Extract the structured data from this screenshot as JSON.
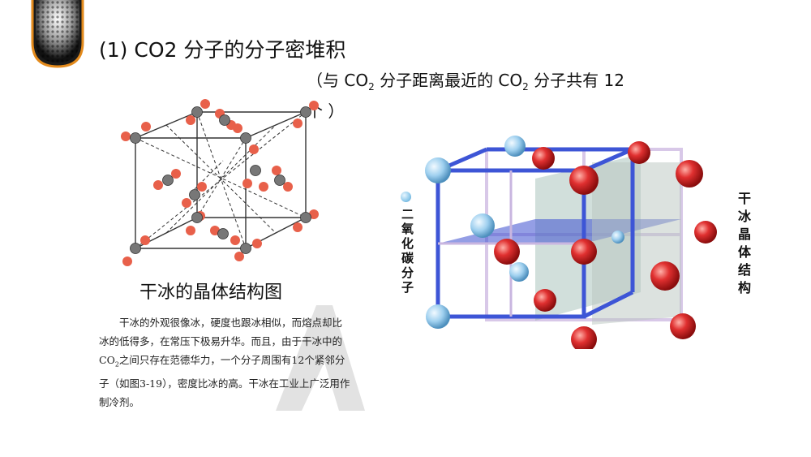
{
  "header": {
    "logo_icon": "honeycomb-logo-icon",
    "title": "(1) CO2 分子的分子密堆积"
  },
  "note": {
    "text_a": "（与 CO",
    "sub_a": "2",
    "text_b": " 分子距离最近的 CO",
    "sub_b": "2",
    "text_c": " 分子共有 12",
    "text_d": "个 ）"
  },
  "figure_left": {
    "caption": "干冰的晶体结构图"
  },
  "paragraph": {
    "line1": "干冰的外观很像冰，硬度也跟冰相似，而熔点却比",
    "line2": "冰的低得多，在常压下极易升华。而且，由于干冰中的",
    "line3_a": "CO",
    "line3_sub": "2",
    "line3_b": "之间只存在范德华力，一个分子周围有12个紧邻分",
    "line4": "子（如图3-19），密度比冰的高。干冰在工业上广泛用作",
    "line5": "制冷剂。"
  },
  "figure_right": {
    "legend_label": "二氧化碳分子",
    "side_label": "干冰晶体结构"
  },
  "colors": {
    "carbon": "#7f7f7f",
    "oxygen": "#e8604a",
    "molecule_red": "#d42a2a",
    "molecule_blue": "#8cc8ea",
    "frame_blue": "#3d55d6"
  }
}
